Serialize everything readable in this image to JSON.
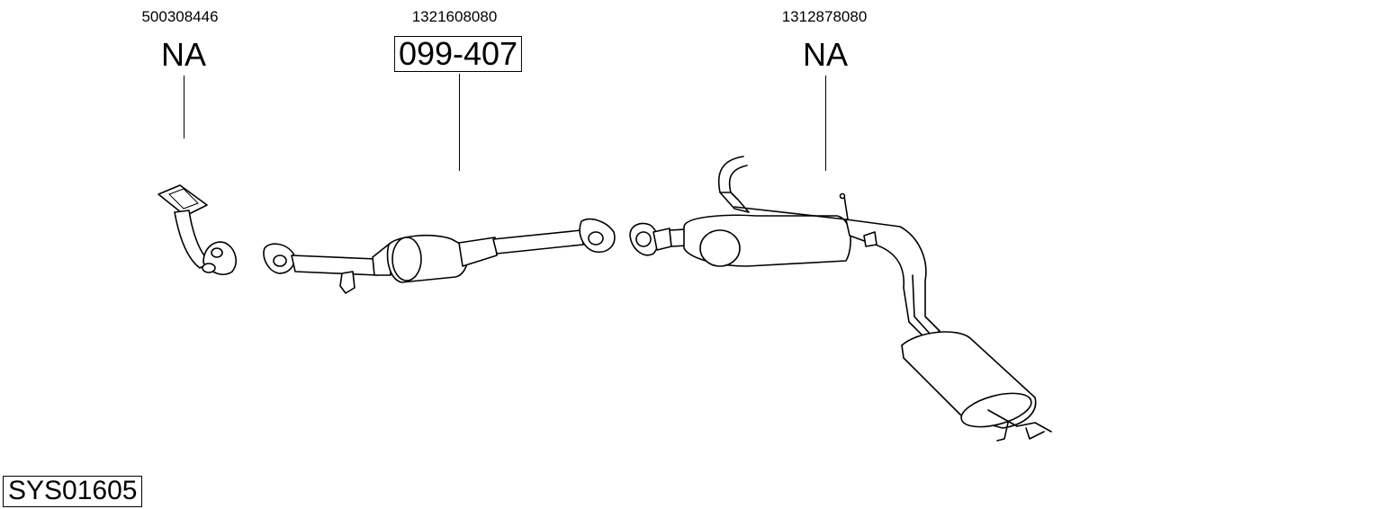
{
  "parts": [
    {
      "part_number": "500308446",
      "reference": "NA",
      "boxed": false
    },
    {
      "part_number": "1321608080",
      "reference": "099-407",
      "boxed": true
    },
    {
      "part_number": "1312878080",
      "reference": "NA",
      "boxed": false
    }
  ],
  "system_code": "SYS01605"
}
